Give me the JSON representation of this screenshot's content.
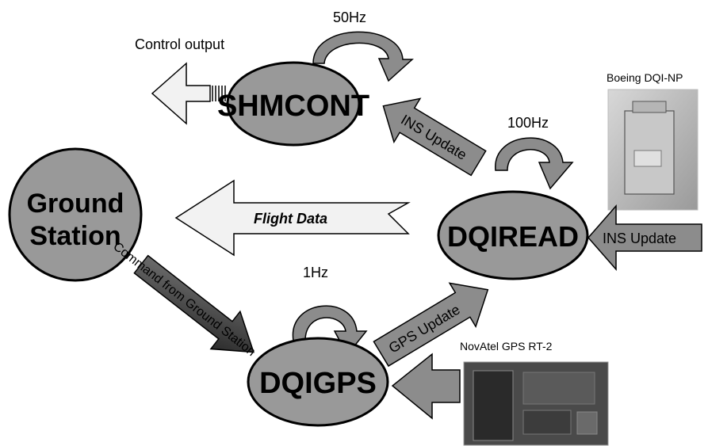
{
  "nodes": {
    "shmcont": "SHMCONT",
    "dqiread": "DQIREAD",
    "dqigps": "DQIGPS",
    "ground_line1": "Ground",
    "ground_line2": "Station"
  },
  "rates": {
    "shmcont": "50Hz",
    "dqiread": "100Hz",
    "dqigps": "1Hz"
  },
  "arrows": {
    "control_output": "Control output",
    "ins_update_to_shmcont": "INS Update",
    "flight_data": "Flight Data",
    "ins_update_external": "INS Update",
    "gps_update": "GPS Update",
    "command": "Command from Ground  Station"
  },
  "devices": {
    "boeing": "Boeing DQI-NP",
    "novatel": "NovAtel GPS RT-2"
  },
  "colors": {
    "node_fill": "#999999",
    "arrow_fill": "#8c8c8c",
    "hollow_fill": "#f2f2f2",
    "dark_arrow": "#3a3a3a"
  }
}
